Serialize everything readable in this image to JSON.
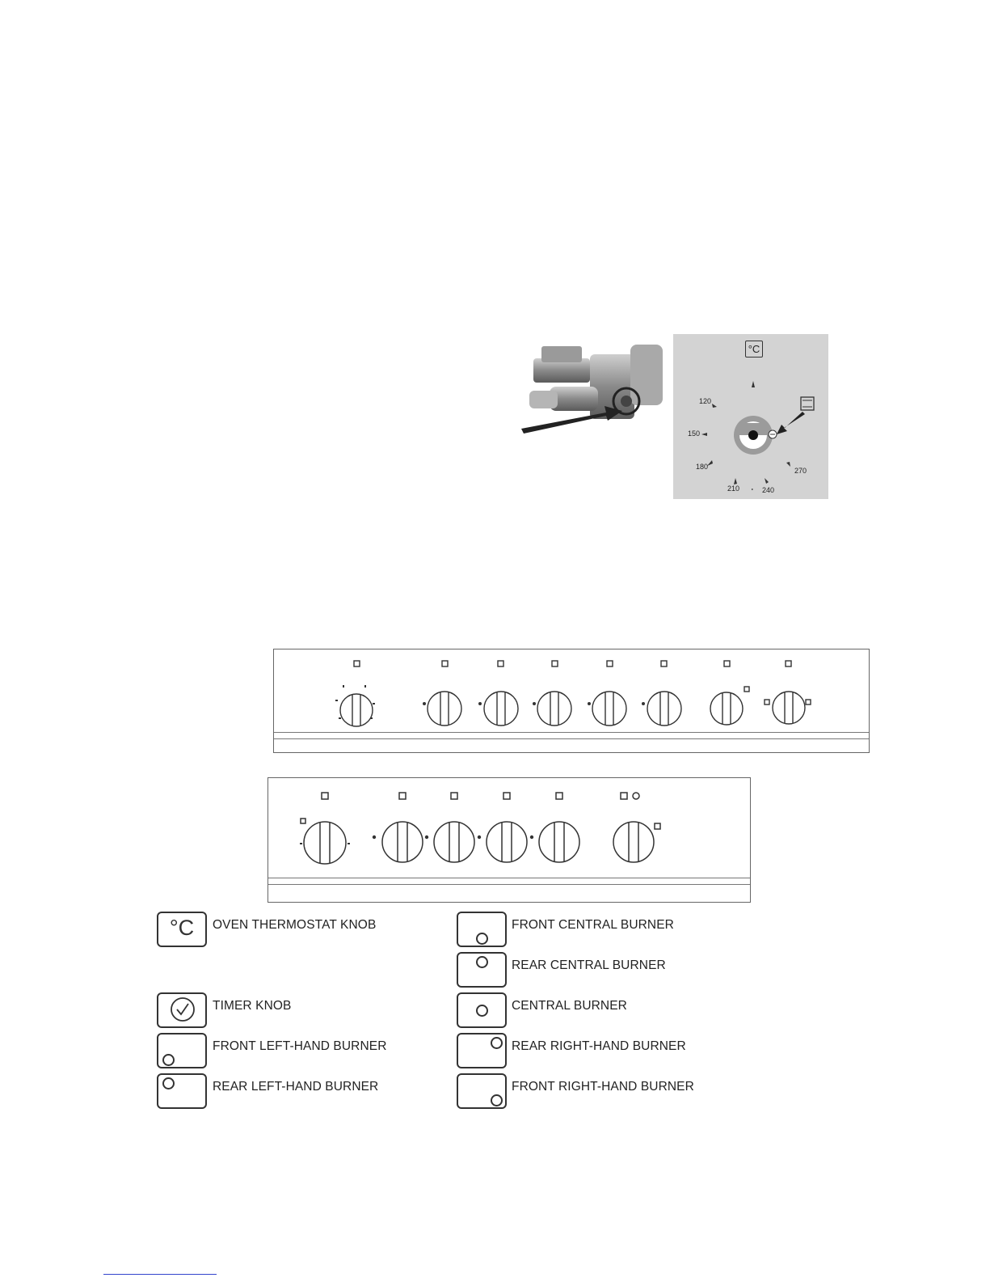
{
  "thermostat_figure": {
    "unit_symbol": "°C",
    "scale": [
      "120",
      "150",
      "180",
      "210",
      "240",
      "270"
    ]
  },
  "legend": {
    "items": [
      {
        "icon": "thermostat-icon",
        "symbol": "°C",
        "label": "OVEN THERMOSTAT KNOB"
      },
      {
        "icon": "timer-icon",
        "label": "TIMER KNOB"
      },
      {
        "icon": "burner-front-left-icon",
        "label": "FRONT LEFT-HAND BURNER"
      },
      {
        "icon": "burner-rear-left-icon",
        "label": "REAR LEFT-HAND BURNER"
      },
      {
        "icon": "burner-front-central-icon",
        "label": "FRONT CENTRAL BURNER"
      },
      {
        "icon": "burner-rear-central-icon",
        "label": "REAR CENTRAL BURNER"
      },
      {
        "icon": "burner-central-icon",
        "label": "CENTRAL BURNER"
      },
      {
        "icon": "burner-rear-right-icon",
        "label": "REAR RIGHT-HAND BURNER"
      },
      {
        "icon": "burner-front-right-icon",
        "label": "FRONT RIGHT-HAND BURNER"
      }
    ]
  },
  "colors": {
    "figure_background": "#d3d3d3",
    "ink": "#333333",
    "footer_link": "#3344cc"
  }
}
